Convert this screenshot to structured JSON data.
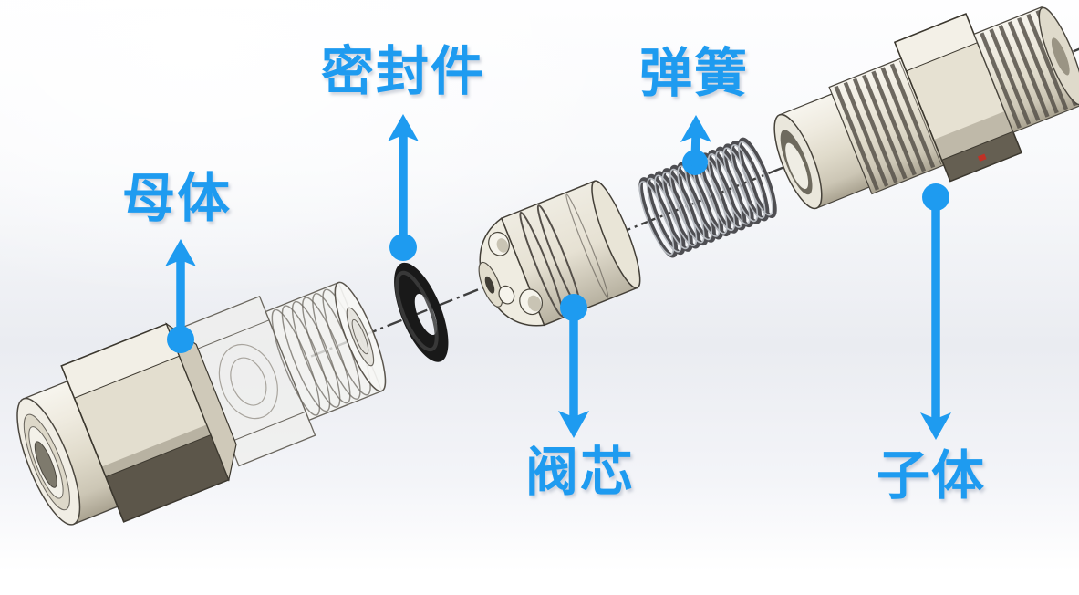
{
  "diagram_type": "exploded-assembly-view",
  "labels": {
    "mother_body": {
      "text": "母体",
      "arrow_direction": "up"
    },
    "seal": {
      "text": "密封件",
      "arrow_direction": "up"
    },
    "spring": {
      "text": "弹簧",
      "arrow_direction": "up"
    },
    "valve_core": {
      "text": "阀芯",
      "arrow_direction": "down"
    },
    "child_body": {
      "text": "子体",
      "arrow_direction": "down"
    }
  },
  "colors": {
    "label_blue": "#1E9BF0",
    "part_beige_light": "#F2EFE6",
    "part_beige_mid": "#E0DBCB",
    "part_dark_facet": "#5C564A",
    "oring_black": "#191919",
    "spring_gray": "#4E4E52",
    "axis_line": "#3F3F3F",
    "red_mark": "#C03126",
    "background_mid": "#EAECF1"
  }
}
